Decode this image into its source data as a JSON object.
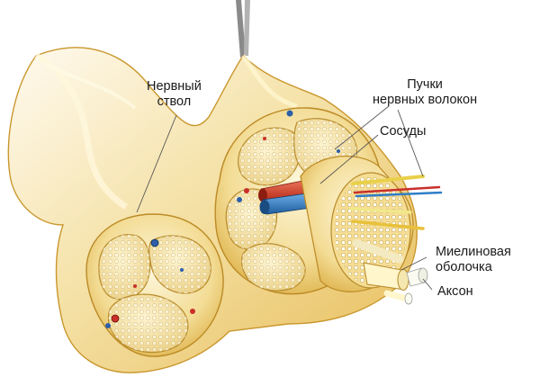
{
  "labels": {
    "nerve_trunk": [
      "Нервный",
      "ствол"
    ],
    "fiber_bundles": [
      "Пучки",
      "нервных волокон"
    ],
    "vessels": "Сосуды",
    "myelin_sheath": [
      "Миелиновая",
      "оболочка"
    ],
    "axon": "Аксон"
  },
  "colors": {
    "tissue": "#f3dc95",
    "tissue_light": "#fbf0c8",
    "tissue_dark": "#d9a93a",
    "artery": "#d8402a",
    "vein": "#2f7ec8",
    "fiber": "#fffef0",
    "leader_line": "#555555"
  }
}
